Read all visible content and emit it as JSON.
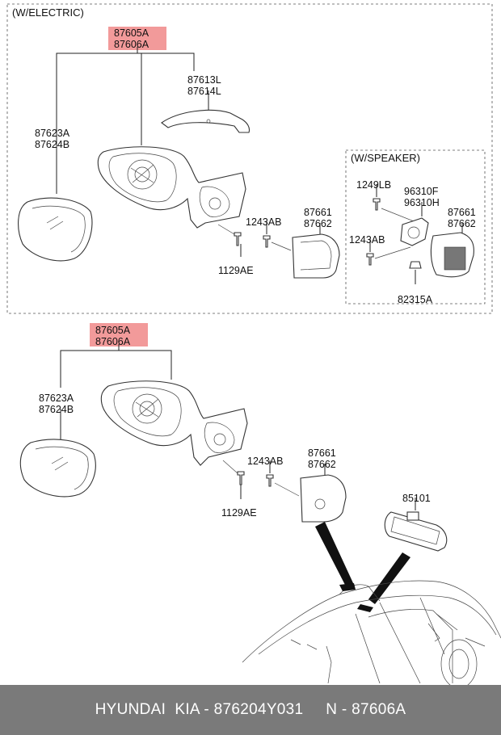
{
  "diagram": {
    "section_electric": "(W/ELECTRIC)",
    "section_speaker": "(W/SPEAKER)",
    "upper": {
      "assy_a": "87605A",
      "assy_b": "87606A",
      "glass_a": "87623A",
      "glass_b": "87624B",
      "cover_a": "87613L",
      "cover_b": "87614L",
      "bolt_screw": "1243AB",
      "bolt_1129": "1129AE",
      "cap_a": "87661",
      "cap_b": "87662"
    },
    "speaker": {
      "screw_1249": "1249LB",
      "spk_a": "96310F",
      "spk_b": "96310H",
      "cap_a": "87661",
      "cap_b": "87662",
      "screw_1243": "1243AB",
      "clip": "82315A"
    },
    "lower": {
      "assy_a": "87605A",
      "assy_b": "87606A",
      "glass_a": "87623A",
      "glass_b": "87624B",
      "bolt_screw": "1243AB",
      "bolt_1129": "1129AE",
      "cap_a": "87661",
      "cap_b": "87662",
      "inner_mirror": "85101"
    },
    "highlight_color": "#f29a9a"
  },
  "footer": {
    "text": "HYUNDAI  KIA - 876204Y031     N - 87606A"
  }
}
